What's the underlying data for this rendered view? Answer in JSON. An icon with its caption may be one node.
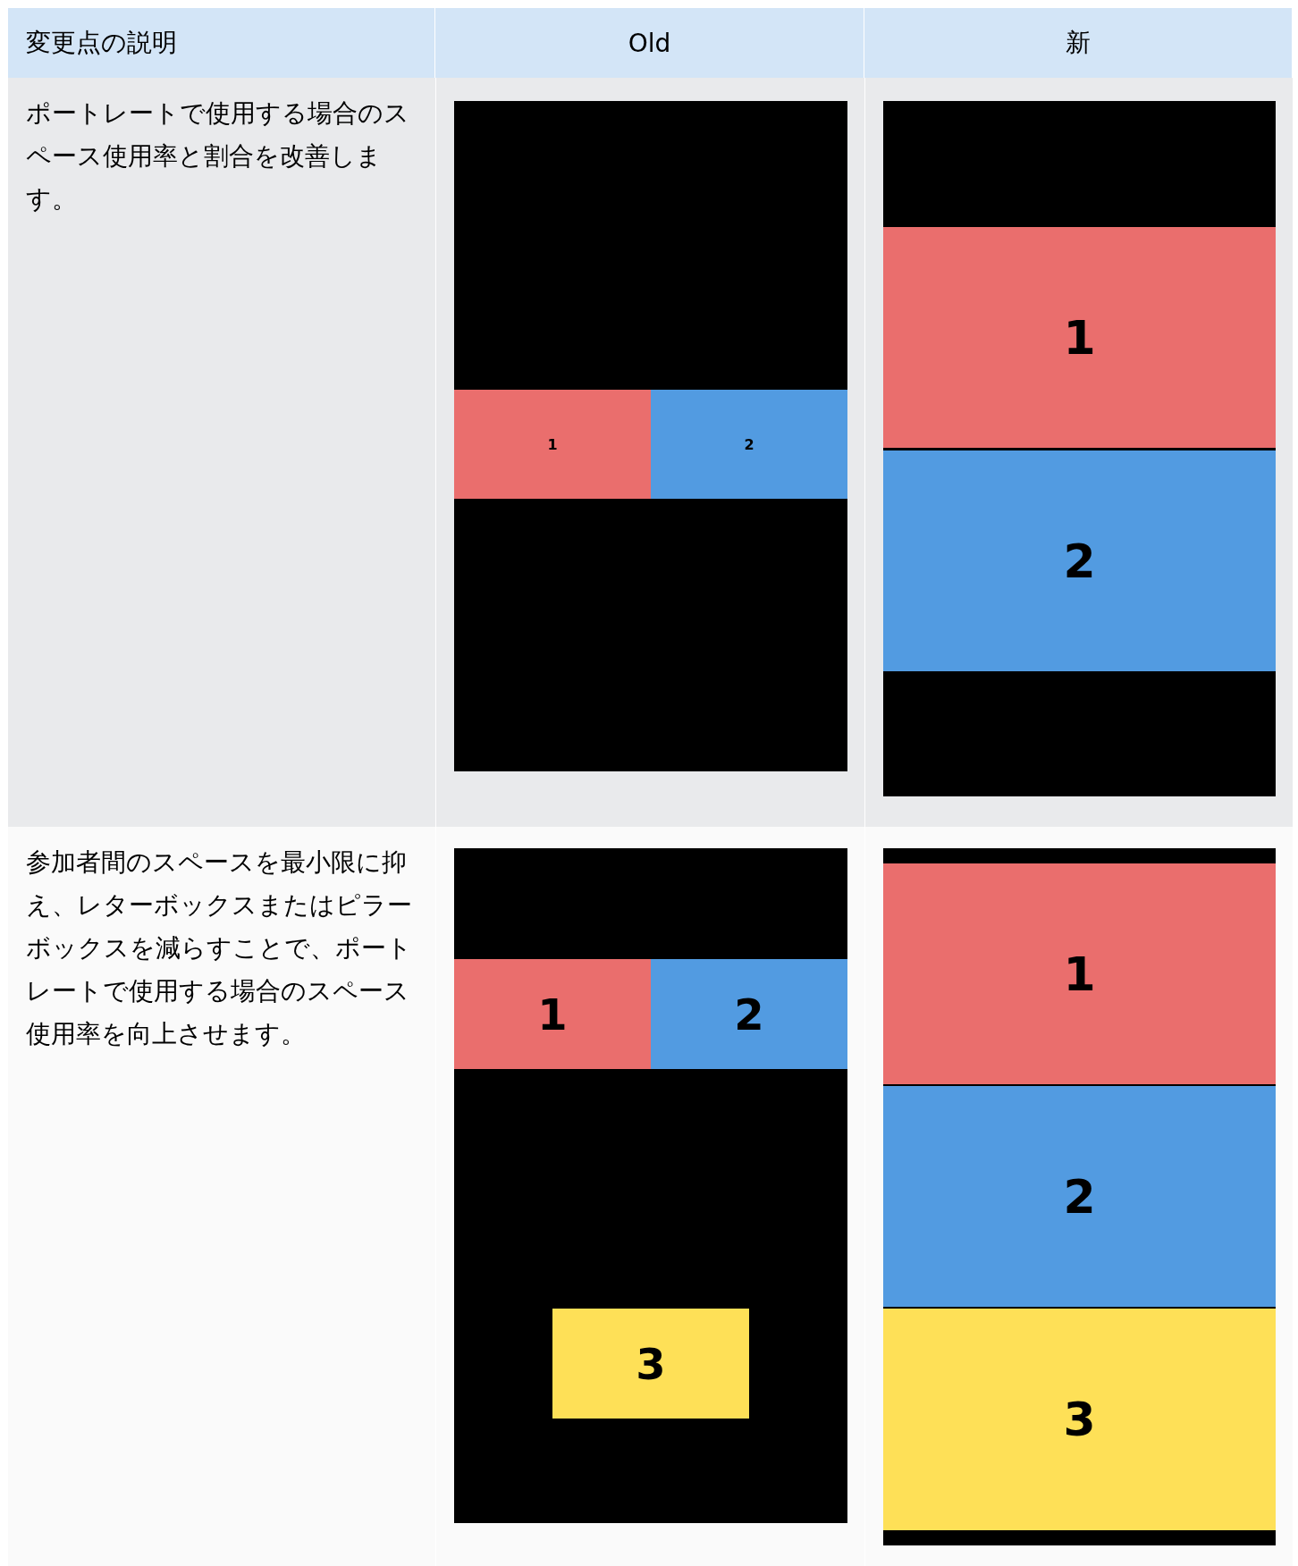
{
  "diagram": {
    "nodes": [
      {
        "text": [],
        "shape": "box"
      },
      {
        "text": [
          "1"
        ],
        "in": 0
      },
      {
        "text": [
          "2"
        ],
        "in": 0
      },
      {
        "text": [],
        "shape": "box"
      },
      {
        "text": [
          "1"
        ],
        "in": 3
      },
      {
        "text": [
          "2"
        ],
        "in": 3
      },
      {
        "text": [],
        "shape": "box"
      },
      {
        "text": [
          "1"
        ],
        "in": 6
      },
      {
        "text": [
          "2"
        ],
        "in": 6
      },
      {
        "text": [
          "3"
        ],
        "in": 6
      },
      {
        "text": [],
        "shape": "box"
      },
      {
        "text": [
          "1"
        ],
        "in": 10
      },
      {
        "text": [
          "2"
        ],
        "in": 10
      },
      {
        "text": [
          "3"
        ],
        "in": 10
      }
    ],
    "edges": [],
    "labels": [
      "変更点の説明",
      "Old",
      "新",
      "ポートレートで使用する場合のスペース使用率と割合を改善します。",
      "参加者間のスペースを最小限に抑え、レターボックスまたはピラーボックスを減らすことで、ポートレートで使用する場合のスペース使用率を向上させます。"
    ]
  }
}
